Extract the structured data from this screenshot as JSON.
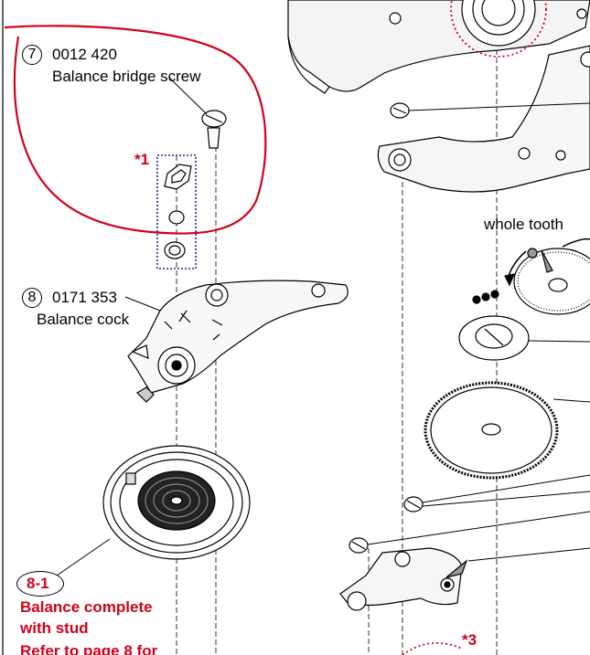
{
  "parts": {
    "p7": {
      "num": "7",
      "code": "0012 420",
      "name": "Balance bridge screw"
    },
    "p8": {
      "num": "8",
      "code": "0171 353",
      "name": "Balance cock"
    },
    "p81": {
      "num": "8-1",
      "name_line1": "Balance complete",
      "name_line2": "with stud",
      "note": "Refer to page 8 for"
    }
  },
  "annotations": {
    "star1": "*1",
    "star3": "*3",
    "whole_tooth": "whole tooth"
  },
  "colors": {
    "red": "#d0021b",
    "blue": "#1a2a8a",
    "line": "#000000"
  }
}
